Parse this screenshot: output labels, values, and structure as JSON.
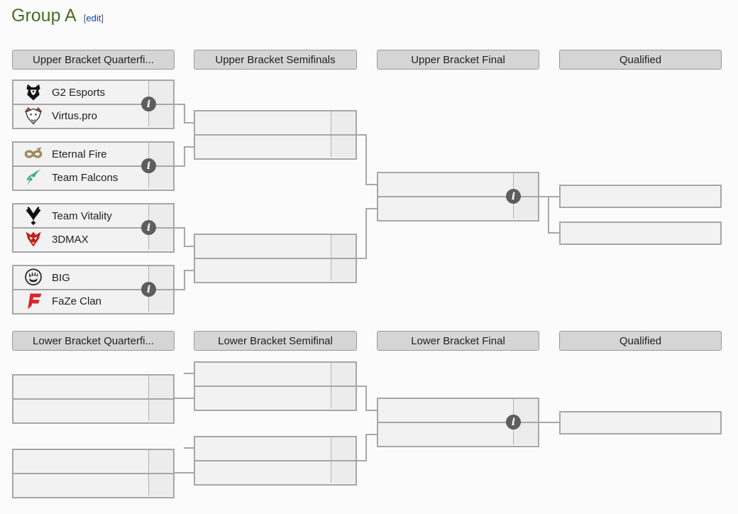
{
  "page": {
    "title": "Group A",
    "edit": {
      "open_bracket": "[",
      "label": "edit",
      "close_bracket": "]"
    }
  },
  "icons": {
    "info_glyph": "i"
  },
  "colors": {
    "title_green": "#4c6b26",
    "link_blue": "#0645ad",
    "header_bg": "#d5d5d5",
    "box_bg": "#f2f2f2",
    "border_gray": "#a7a7a7",
    "info_badge_bg": "#5e5e5e"
  },
  "upper": {
    "headers": [
      "Upper Bracket Quarterfi...",
      "Upper Bracket Semifinals",
      "Upper Bracket Final",
      "Qualified"
    ],
    "quarterfinals": [
      {
        "teams": [
          {
            "name": "G2 Esports",
            "logo": "g2-esports"
          },
          {
            "name": "Virtus.pro",
            "logo": "virtus-pro"
          }
        ],
        "scores": [
          "",
          ""
        ]
      },
      {
        "teams": [
          {
            "name": "Eternal Fire",
            "logo": "eternal-fire"
          },
          {
            "name": "Team Falcons",
            "logo": "team-falcons"
          }
        ],
        "scores": [
          "",
          ""
        ]
      },
      {
        "teams": [
          {
            "name": "Team Vitality",
            "logo": "team-vitality"
          },
          {
            "name": "3DMAX",
            "logo": "3dmax"
          }
        ],
        "scores": [
          "",
          ""
        ]
      },
      {
        "teams": [
          {
            "name": "BIG",
            "logo": "big"
          },
          {
            "name": "FaZe Clan",
            "logo": "faze-clan"
          }
        ],
        "scores": [
          "",
          ""
        ]
      }
    ]
  },
  "lower": {
    "headers": [
      "Lower Bracket Quarterfi...",
      "Lower Bracket Semifinal",
      "Lower Bracket Final",
      "Qualified"
    ]
  }
}
